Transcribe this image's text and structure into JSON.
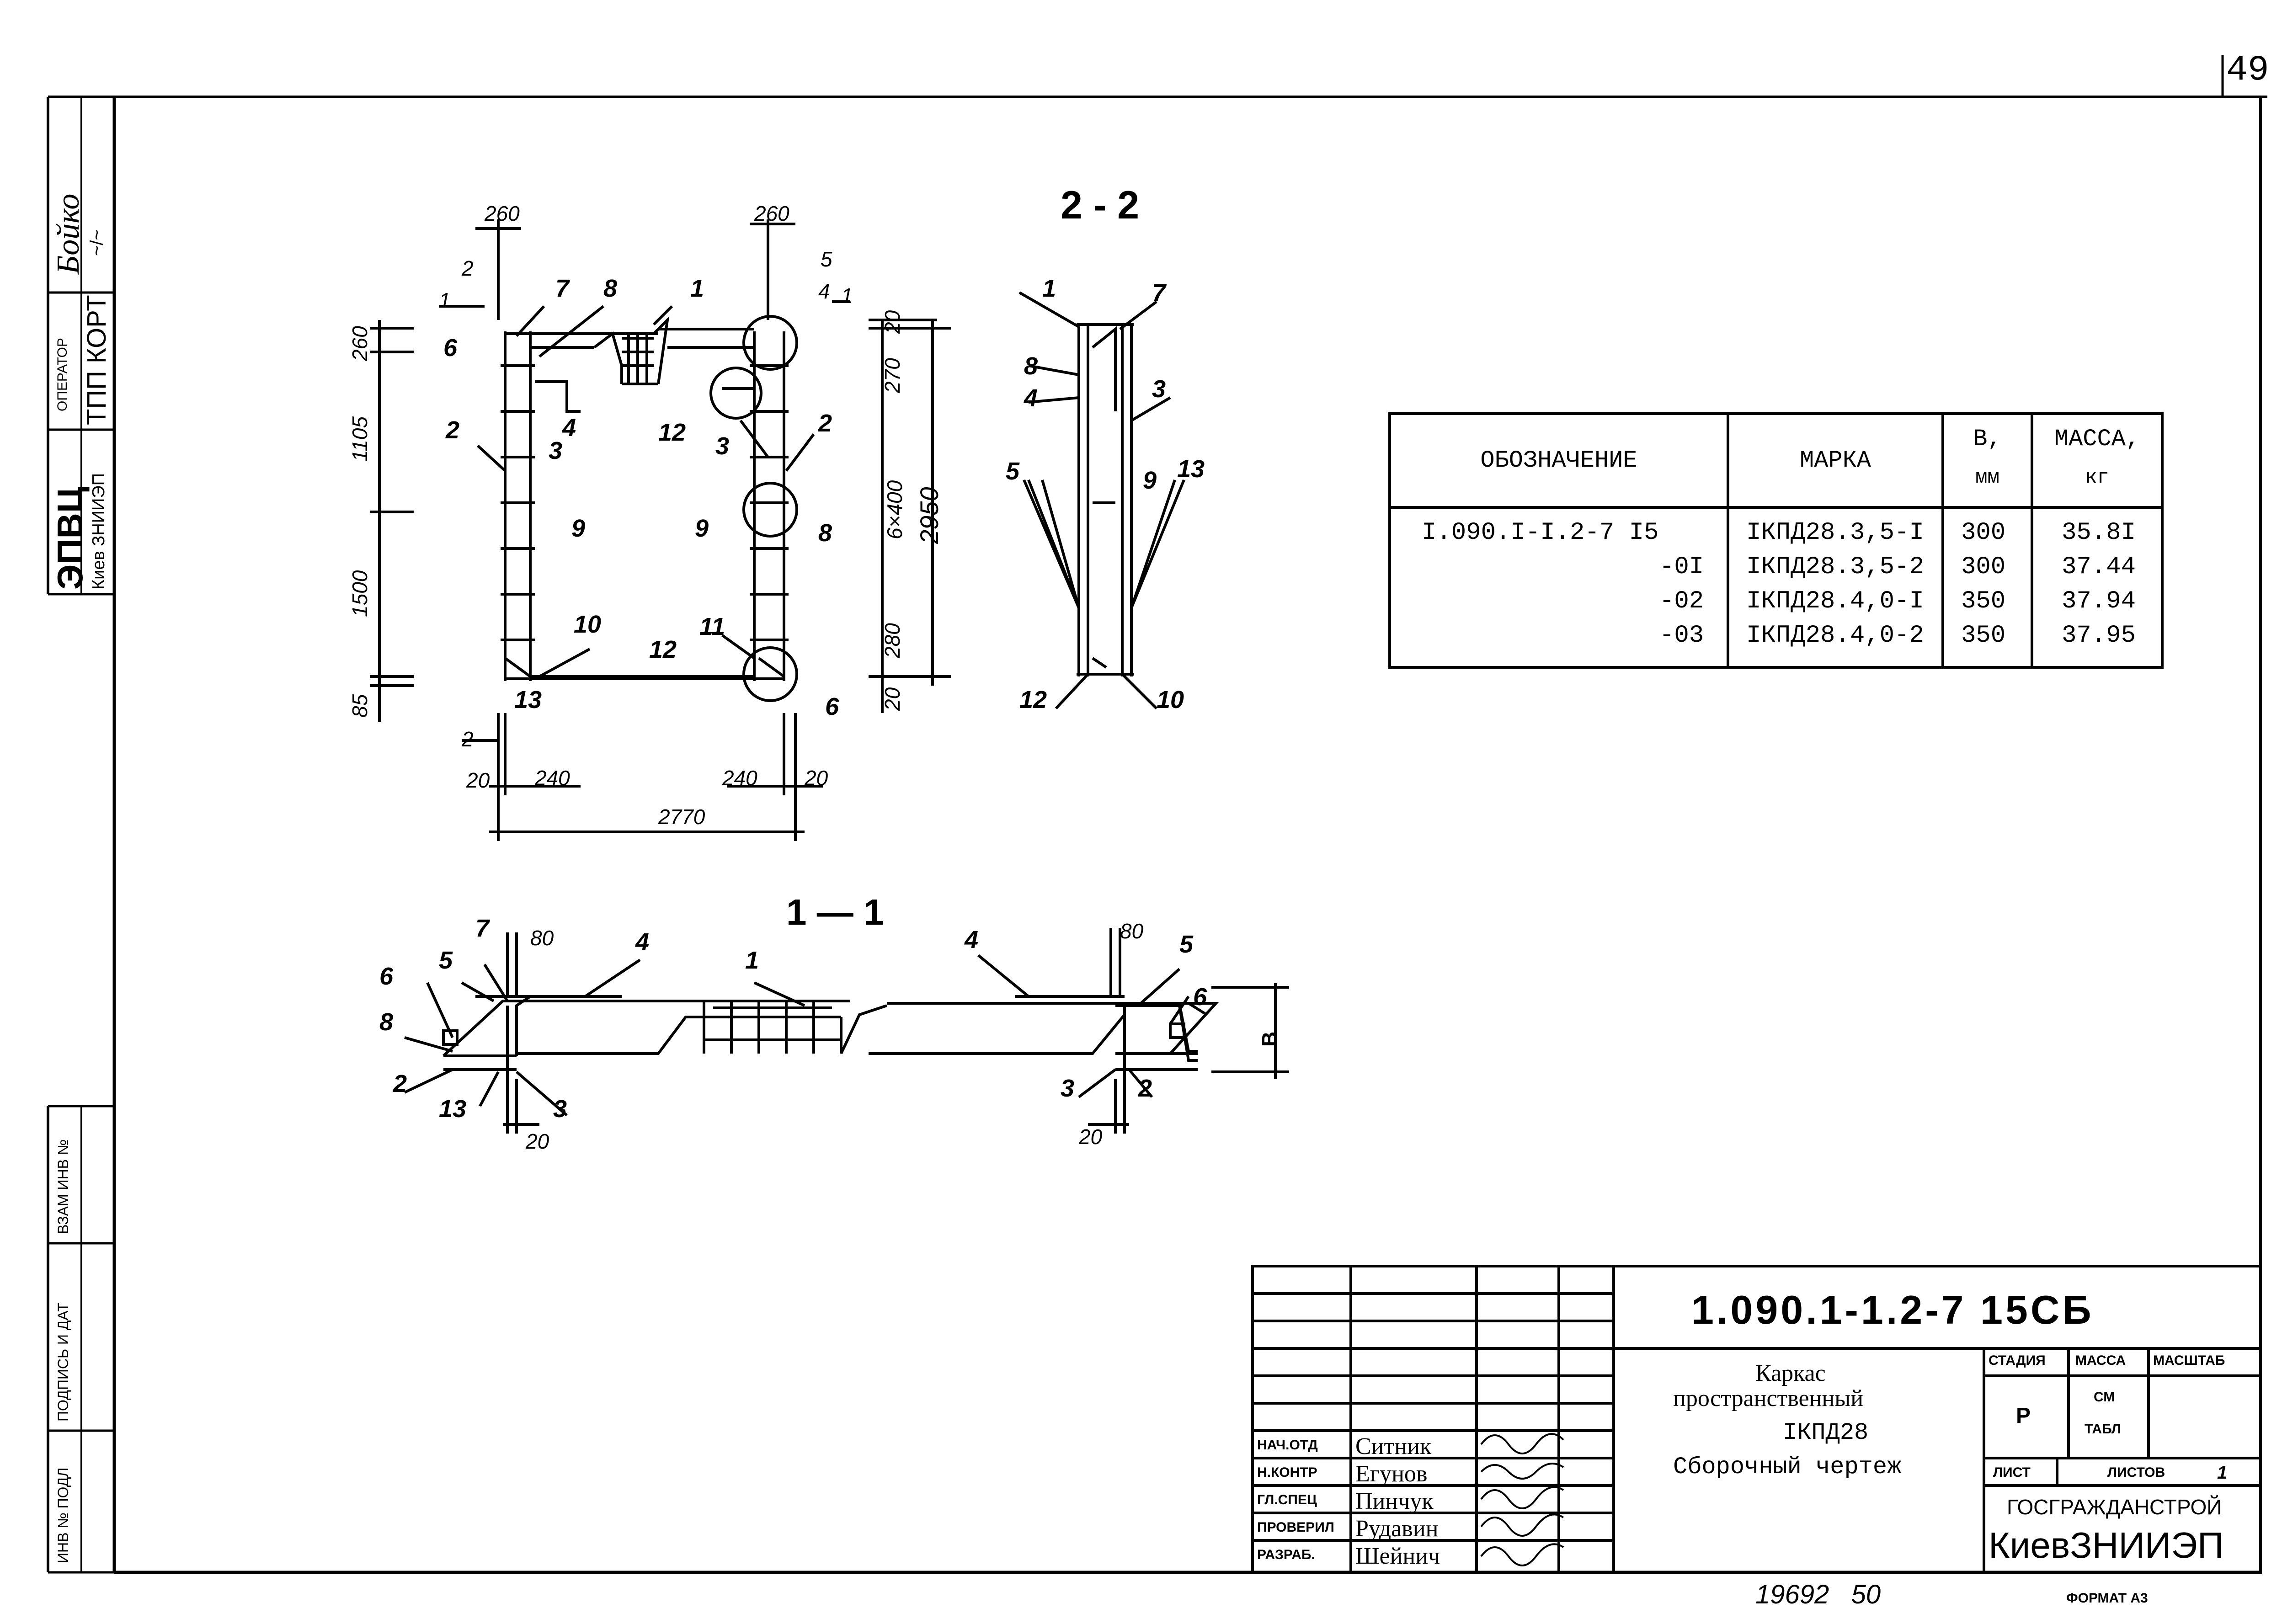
{
  "sheet_number": "49",
  "left_strip": {
    "signature_name": "Бойко",
    "operator_label": "ОПЕРАТОР",
    "operator_value": "ТПП КОРТ",
    "org_big": "ЭПВЦ",
    "org_small": "Киев ЗНИИЭП",
    "vzam_inv": "ВЗАМ ИНВ №",
    "podpis_data": "ПОДПИСЬ И ДАТ",
    "inv_podl": "ИНВ № ПОДЛ"
  },
  "views": {
    "section_2_2": "2 - 2",
    "section_1_1": "1 — 1"
  },
  "drawing_2_2": {
    "dims": [
      "260",
      "260",
      "2",
      "5",
      "4",
      "1",
      "1",
      "20",
      "270",
      "260",
      "1105",
      "1500",
      "85",
      "6×400",
      "2950",
      "280",
      "20",
      "2",
      "20",
      "240",
      "240",
      "20",
      "2770"
    ],
    "labels": [
      "7",
      "8",
      "1",
      "6",
      "2",
      "3",
      "4",
      "12",
      "3",
      "2",
      "9",
      "9",
      "8",
      "10",
      "12",
      "11",
      "13",
      "6"
    ]
  },
  "drawing_side": {
    "labels": [
      "1",
      "7",
      "8",
      "4",
      "3",
      "5",
      "9",
      "13",
      "12",
      "10"
    ]
  },
  "drawing_1_1": {
    "dims": [
      "80",
      "80",
      "20",
      "20",
      "В"
    ],
    "labels": [
      "7",
      "4",
      "1",
      "4",
      "5",
      "6",
      "5",
      "8",
      "2",
      "13",
      "3",
      "6",
      "3",
      "2"
    ]
  },
  "spec_table": {
    "headers": [
      "ОБОЗНАЧЕНИЕ",
      "МАРКА",
      "В,",
      "мм",
      "МАССА,",
      "кг"
    ],
    "rows": [
      {
        "designation": "I.090.I-I.2-7 I5",
        "mark": "IКПД28.3,5-I",
        "b": "300",
        "mass": "35.8I"
      },
      {
        "designation": "-0I",
        "mark": "IКПД28.3,5-2",
        "b": "300",
        "mass": "37.44"
      },
      {
        "designation": "-02",
        "mark": "IКПД28.4,0-I",
        "b": "350",
        "mass": "37.94"
      },
      {
        "designation": "-03",
        "mark": "IКПД28.4,0-2",
        "b": "350",
        "mass": "37.95"
      }
    ]
  },
  "title_block": {
    "code": "1.090.1-1.2-7  15СБ",
    "title_line1": "Каркас",
    "title_line2": "пространственный",
    "title_line3": "IКПД28",
    "title_line4": "Сборочный  чертеж",
    "stage_label": "СТАДИЯ",
    "mass_label": "МАССА",
    "scale_label": "МАСШТАБ",
    "stage_value": "Р",
    "mass_value_1": "СМ",
    "mass_value_2": "ТАБЛ",
    "sheet_label": "ЛИСТ",
    "sheets_label": "ЛИСТОВ",
    "sheets_value": "1",
    "org1": "ГОСГРАЖДАНСТРОЙ",
    "org2": "КиевЗНИИЭП",
    "staff": [
      {
        "role": "НАЧ.ОТД",
        "name": "Ситник"
      },
      {
        "role": "Н.КОНТР",
        "name": "Егунов"
      },
      {
        "role": "ГЛ.СПЕЦ",
        "name": "Пинчук"
      },
      {
        "role": "ПРОВЕРИЛ",
        "name": "Рудавин"
      },
      {
        "role": "РАЗРАБ.",
        "name": "Шейнич"
      }
    ]
  },
  "footer": {
    "archive_number": "19692   50",
    "format": "ФОРМАТ А3"
  },
  "colors": {
    "ink": "#000000",
    "paper": "#ffffff"
  }
}
